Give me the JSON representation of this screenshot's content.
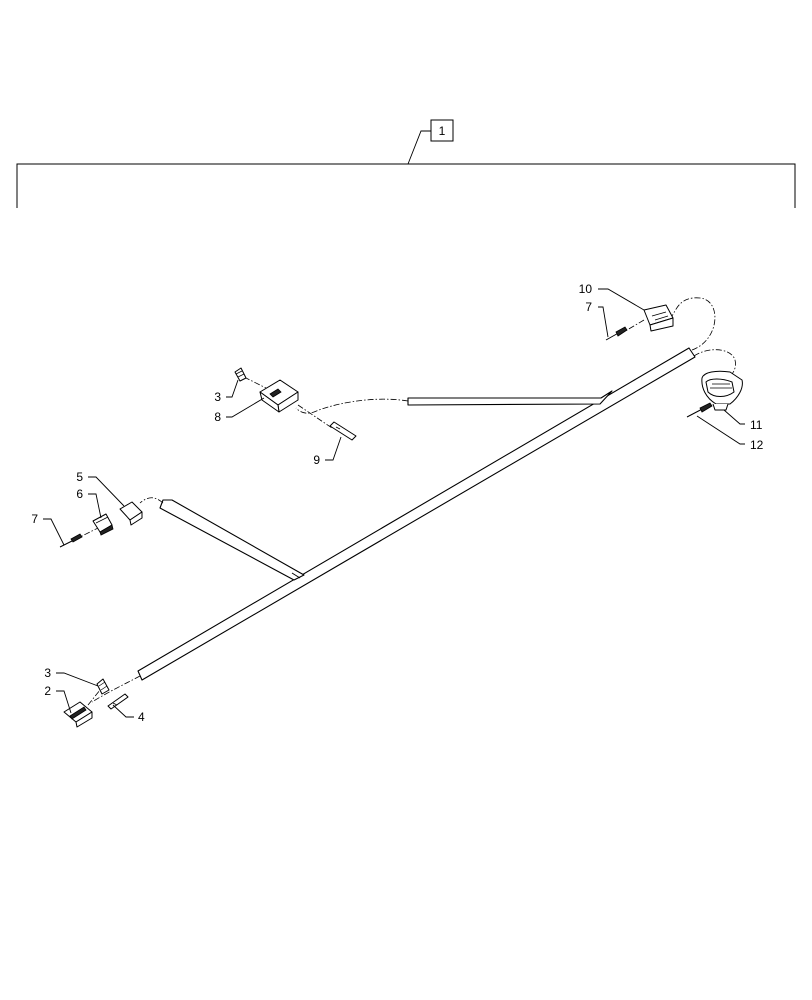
{
  "diagram": {
    "assembly_label": "1",
    "callouts": {
      "c3_mid": "3",
      "c8": "8",
      "c9": "9",
      "c10": "10",
      "c7_top": "7",
      "c11": "11",
      "c12": "12",
      "c5": "5",
      "c6": "6",
      "c7_left": "7",
      "c3_low": "3",
      "c2": "2",
      "c4": "4"
    }
  }
}
